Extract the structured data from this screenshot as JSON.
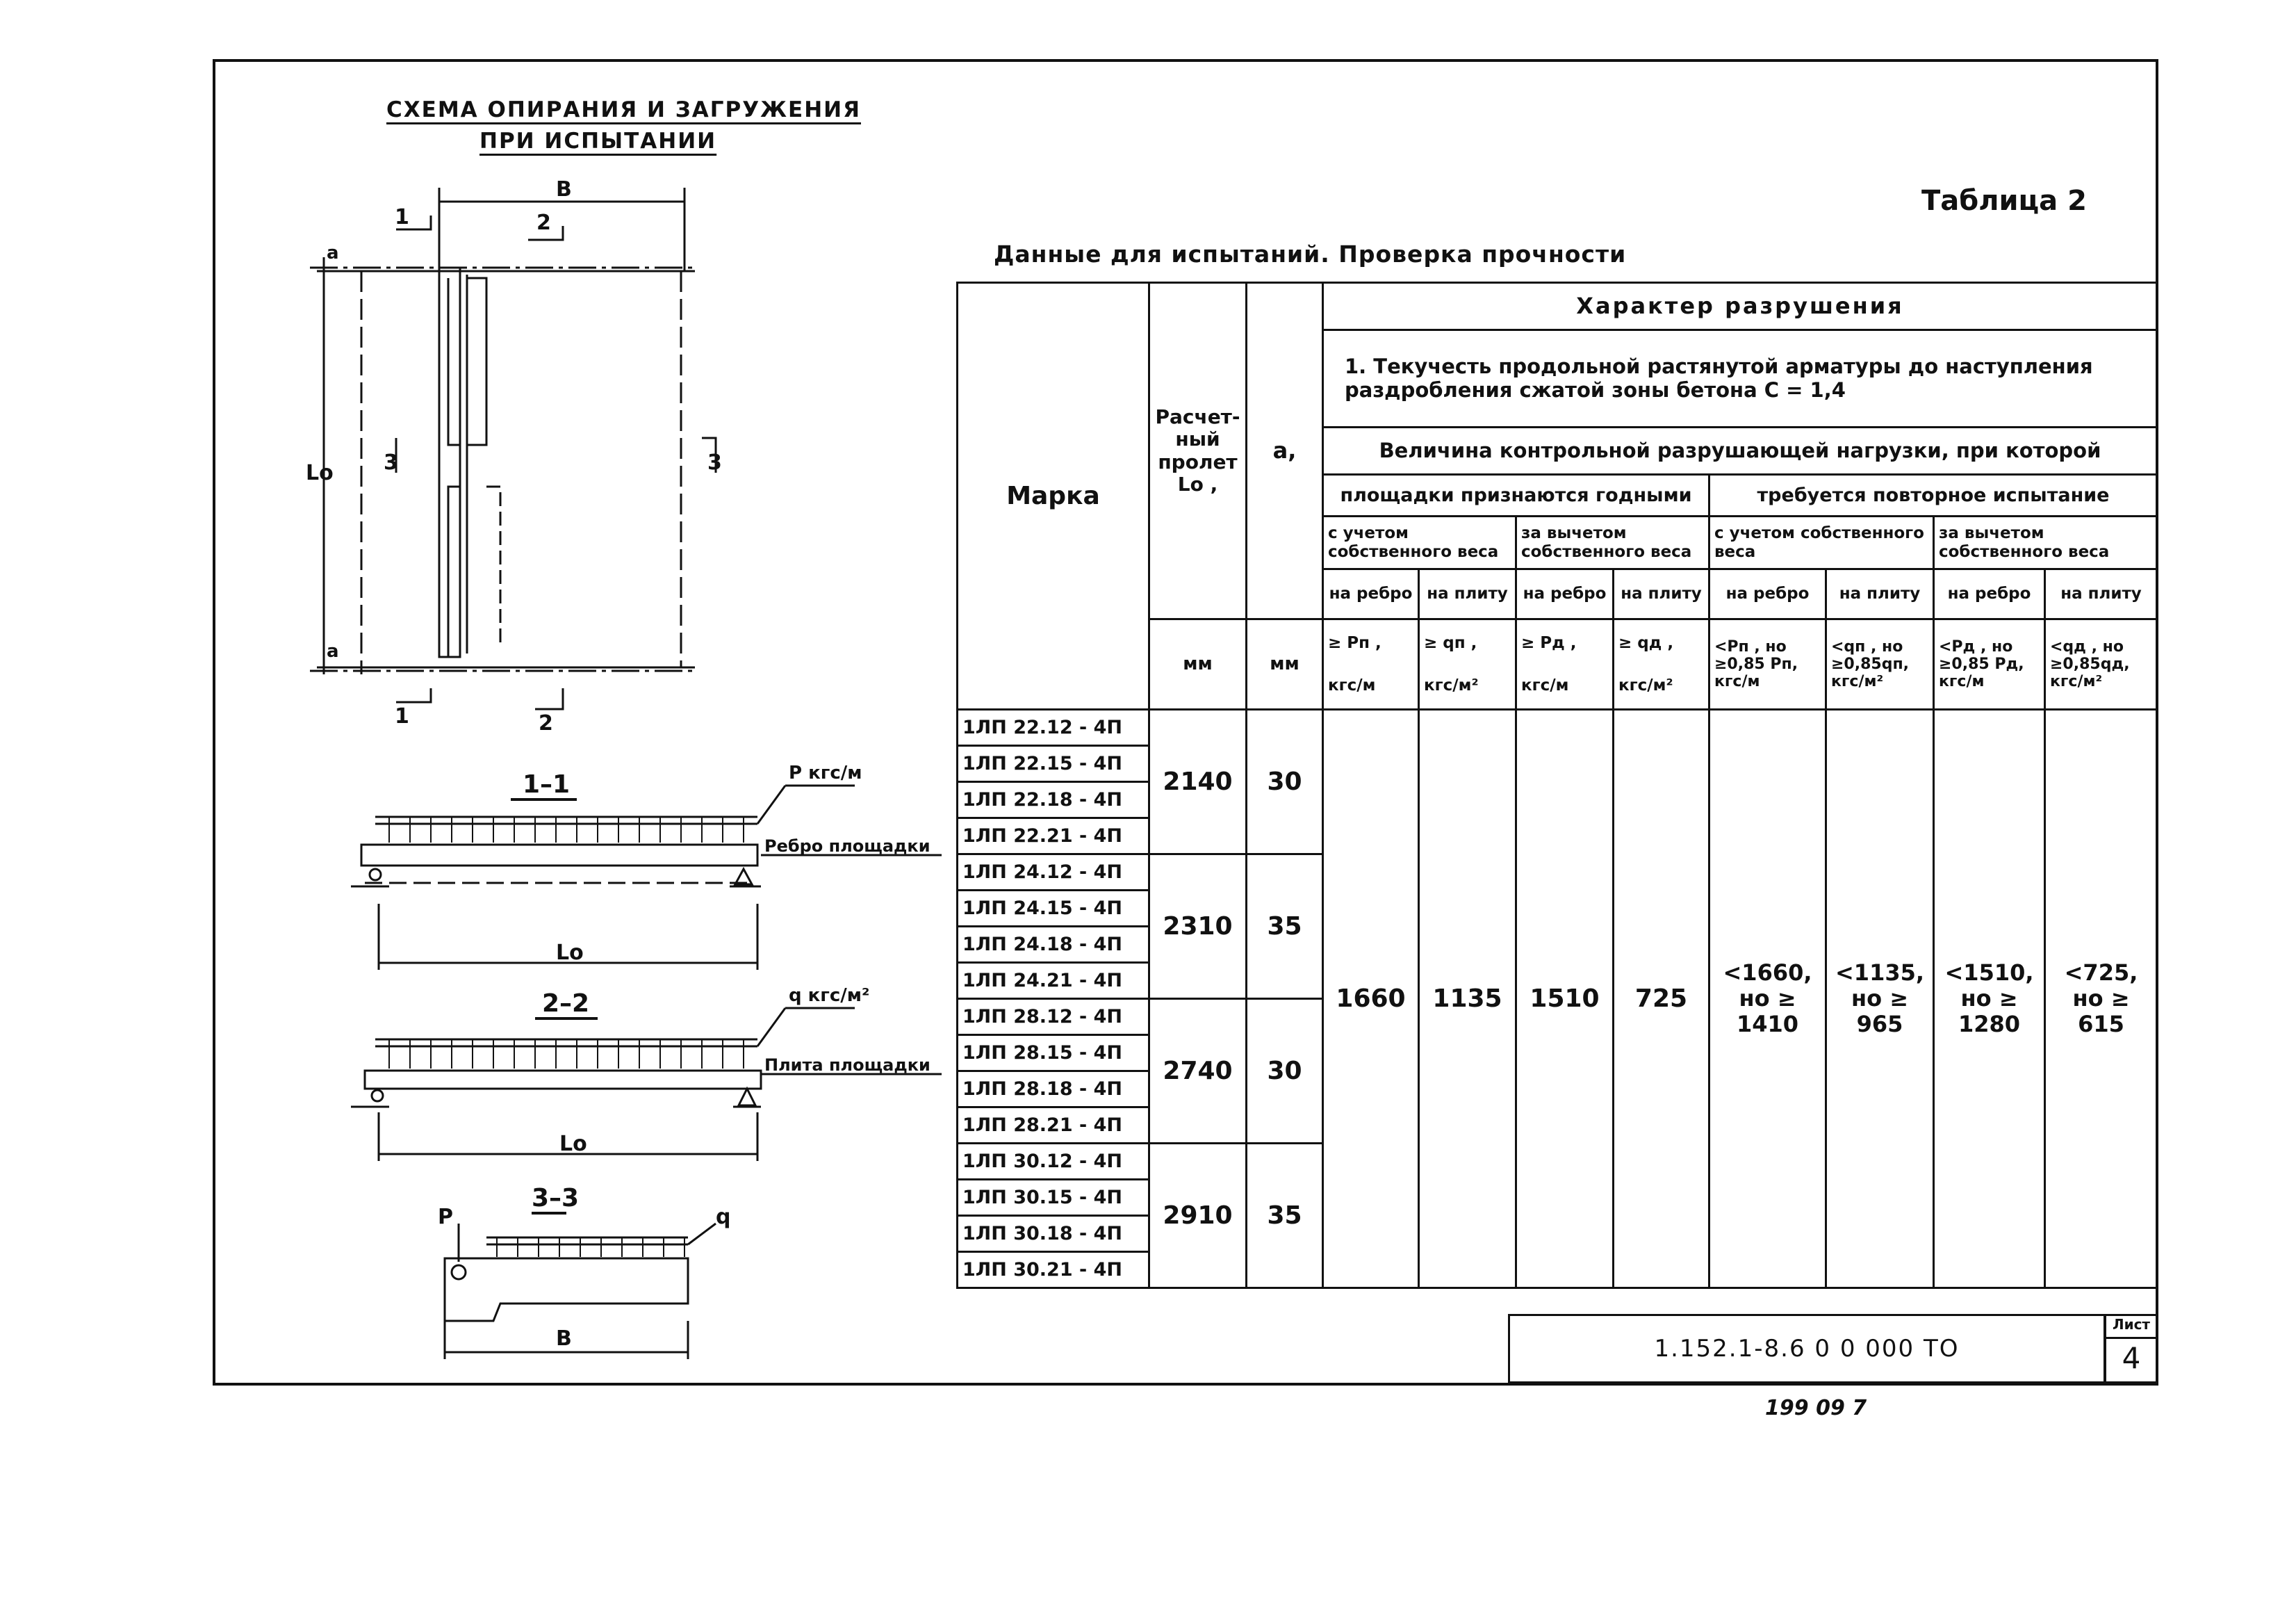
{
  "left": {
    "title_line1": "Схема опирания и загружения",
    "title_line2": "при испытании",
    "labels": {
      "b": "В",
      "a": "а",
      "lo": "Lо",
      "cut1": "1",
      "cut2": "2",
      "cut3": "3",
      "sec11": "1–1",
      "sec22": "2–2",
      "sec33": "3–3",
      "p_unit": "Р кгс/м",
      "q_unit": "q кгс/м²",
      "rib": "Ребро площадки",
      "plate": "Плита площадки",
      "p": "Р",
      "q": "q"
    }
  },
  "table_number": "Таблица 2",
  "table_title": "Данные для испытаний. Проверка прочности",
  "headers": {
    "marka": "Марка",
    "span": "Расчет-ный пролет Lо ,",
    "span_unit": "мм",
    "a": "а,",
    "a_unit": "мм",
    "character": "Характер разрушения",
    "failure_type": "1. Текучесть продольной растянутой арматуры до наступления раздробления сжатой зоны бетона      С = 1,4",
    "control_load": "Величина контрольной разрушающей нагрузки, при которой",
    "accepted": "площадки признаются годными",
    "retest": "требуется повторное испытание",
    "g1": "с учетом собственного веса",
    "g2": "за вычетом собственного веса",
    "g3": "с учетом собственного веса",
    "g4": "за вычетом собственного веса",
    "sub": [
      "на ребро",
      "на плиту",
      "на ребро",
      "на плиту",
      "на ребро",
      "на плиту",
      "на ребро",
      "на плиту"
    ],
    "cond": [
      "≥ Рп ,",
      "≥ qп ,",
      "≥ Рд ,",
      "≥ qд ,",
      "<Рп , но ≥0,85 Рп,",
      "<qп , но ≥0,85qп,",
      "<Рд , но ≥0,85 Рд,",
      "<qд , но ≥0,85qд,"
    ],
    "units": [
      "кгс/м",
      "кгс/м²",
      "кгс/м",
      "кгс/м²",
      "кгс/м",
      "кгс/м²",
      "кгс/м",
      "кгс/м²"
    ]
  },
  "groups": [
    {
      "marks": [
        "1ЛП 22.12 - 4П",
        "1ЛП 22.15 - 4П",
        "1ЛП 22.18 - 4П",
        "1ЛП 22.21 - 4П"
      ],
      "span": "2140",
      "a": "30"
    },
    {
      "marks": [
        "1ЛП 24.12 - 4П",
        "1ЛП 24.15 - 4П",
        "1ЛП 24.18 - 4П",
        "1ЛП 24.21 - 4П"
      ],
      "span": "2310",
      "a": "35"
    },
    {
      "marks": [
        "1ЛП 28.12 - 4П",
        "1ЛП 28.15 - 4П",
        "1ЛП 28.18 - 4П",
        "1ЛП 28.21 - 4П"
      ],
      "span": "2740",
      "a": "30"
    },
    {
      "marks": [
        "1ЛП 30.12 - 4П",
        "1ЛП 30.15 - 4П",
        "1ЛП 30.18 - 4П",
        "1ЛП 30.21 - 4П"
      ],
      "span": "2910",
      "a": "35"
    }
  ],
  "values": [
    "1660",
    "1135",
    "1510",
    "725",
    "<1660, но ≥ 1410",
    "<1135, но ≥ 965",
    "<1510, но ≥ 1280",
    "<725, но ≥ 615"
  ],
  "stamp": "1.152.1-8.6  0 0 000 ТО",
  "sheet_label": "Лист",
  "sheet_number": "4",
  "bottom_note": "199 09    7"
}
